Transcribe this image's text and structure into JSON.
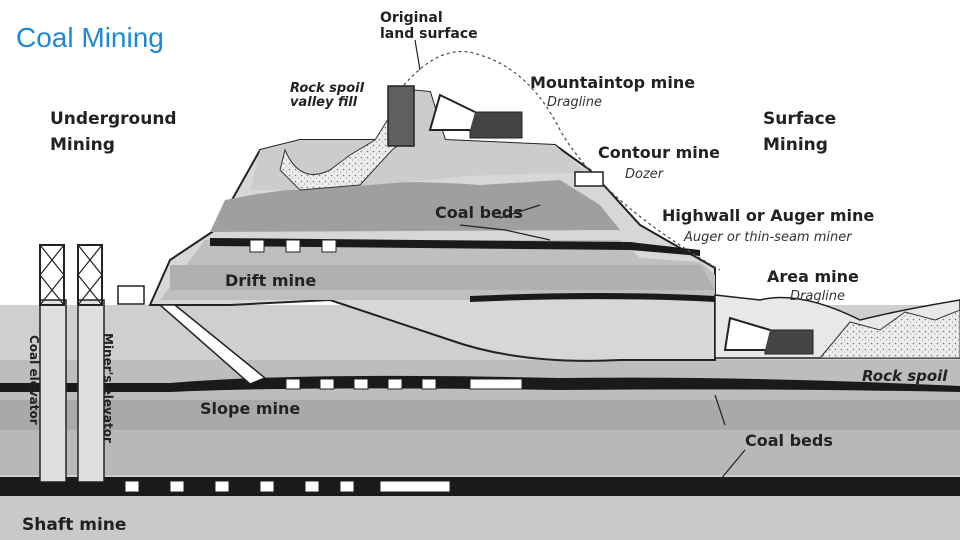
{
  "title": "Coal Mining",
  "labels": {
    "original_land_surface": [
      "Original",
      "land surface"
    ],
    "rock_spoil_valley_fill": [
      "Rock spoil",
      "valley fill"
    ],
    "mountaintop_mine": "Mountaintop mine",
    "mountaintop_equipment": "Dragline",
    "underground_mining": [
      "Underground",
      "Mining"
    ],
    "surface_mining": [
      "Surface",
      "Mining"
    ],
    "contour_mine": "Contour mine",
    "contour_equipment": "Dozer",
    "coal_beds_upper": "Coal beds",
    "highwall_mine": "Highwall or Auger mine",
    "highwall_equipment": "Auger or thin-seam miner",
    "drift_mine": "Drift mine",
    "area_mine": "Area mine",
    "area_equipment": "Dragline",
    "rock_spoil": "Rock spoil",
    "slope_mine": "Slope mine",
    "coal_beds_lower": "Coal beds",
    "coal_elevator": "Coal elevator",
    "miners_elevator": "Miner's elevator",
    "shaft_mine": "Shaft mine"
  },
  "colors": {
    "title": "#1E88D8",
    "rock_light": "#e6e6e6",
    "rock_mid": "#c4c4c4",
    "rock_dark": "#8d8d8d",
    "coal": "#1a1a1a"
  }
}
